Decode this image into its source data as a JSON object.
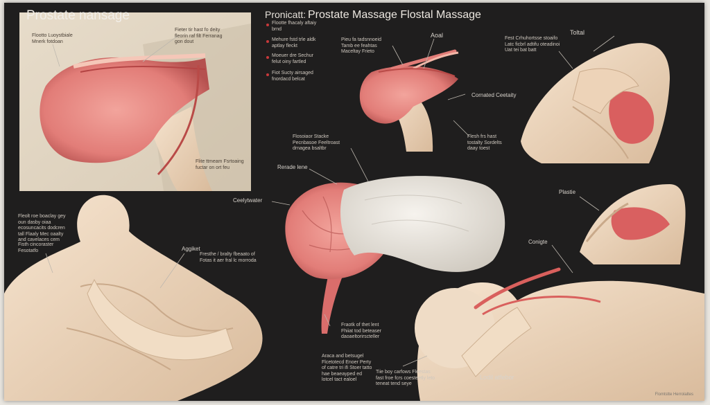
{
  "titles": {
    "left": "Prostate nansage",
    "mid_prefix": "Pronicatt:",
    "mid_main": "Prostate Massage Flostal Massage"
  },
  "legend": [
    "Flootte fhacaly aftaiy brnd",
    "Mehure fstd trle aldk aptlay fleckt",
    "Moeuer dre Sechur felut oiny fartled",
    "Fiot Sucty airsaged fnordacd belcat"
  ],
  "labels": {
    "panel_top_note": "Flootto Luoystbiale Mnerk fotdoan",
    "panel_top_right_note": "Fieter tir hast fo deity fleorin raf filt Ferranag gon dout",
    "panel_bottom_note": "Flite ttmeam Fsrtoaing fuctar on ort feu",
    "aoal": "Aoal",
    "toltal": "Toltal",
    "note_top_mid": "Pieu fa tadsnnoeid Tamb ee feahtas Maceltay Frieto",
    "note_top_right": "Fest Crhuhortsse stoaifo Latc ficbrl adtifu oteadinoi Uat tei bat batt",
    "cornated": "Cornated Ceetaity",
    "note_mid_right": "Flesh frs hast tostalty Sordelts daay toest",
    "note_center_top": "Flosoiaor Stacke Pecnbasoe Feeltroast drnagea bsaltbr",
    "rerade_lene": "Rerade lene",
    "ceelytwater": "Ceelytwater",
    "plaste": "Plastie",
    "conigte": "Conigte",
    "left_note_1": "Fleolt roe boaclay gey oun dasby oiaa ecosuncacits dodcren tall Flaaly Mec oaalty and cavelaces cem",
    "left_note_2": "Fisth cincoraster Fesotatfo",
    "aggiket": "Aggiket",
    "note_aggiket": "Fresthe / bralty fbeaato of Fotas it aer fral lc morroda",
    "note_bottom_center": "Fraotk of thet lent Fhiiat tod beteaser daoaeltorirscteller",
    "note_bottom_left": "Araca and betsugel Flcetotecd Enoer Perty of catre tri ifi Stoer tatto hae beaeayped ed lotcel tact ealoel",
    "note_bottom_right": "Tiie boy carfows Fleestas fast froe fcrs coesteetly leto teneat tend seye",
    "lodil": "Lodil atfebor",
    "watermark": "Flomtstte Herrolaltes"
  },
  "colors": {
    "board": "#1f1e1e",
    "skin": "#eedac3",
    "tissue": "#e8837e",
    "tissue_dark": "#c9504f",
    "white_mass": "#ece8e1"
  }
}
